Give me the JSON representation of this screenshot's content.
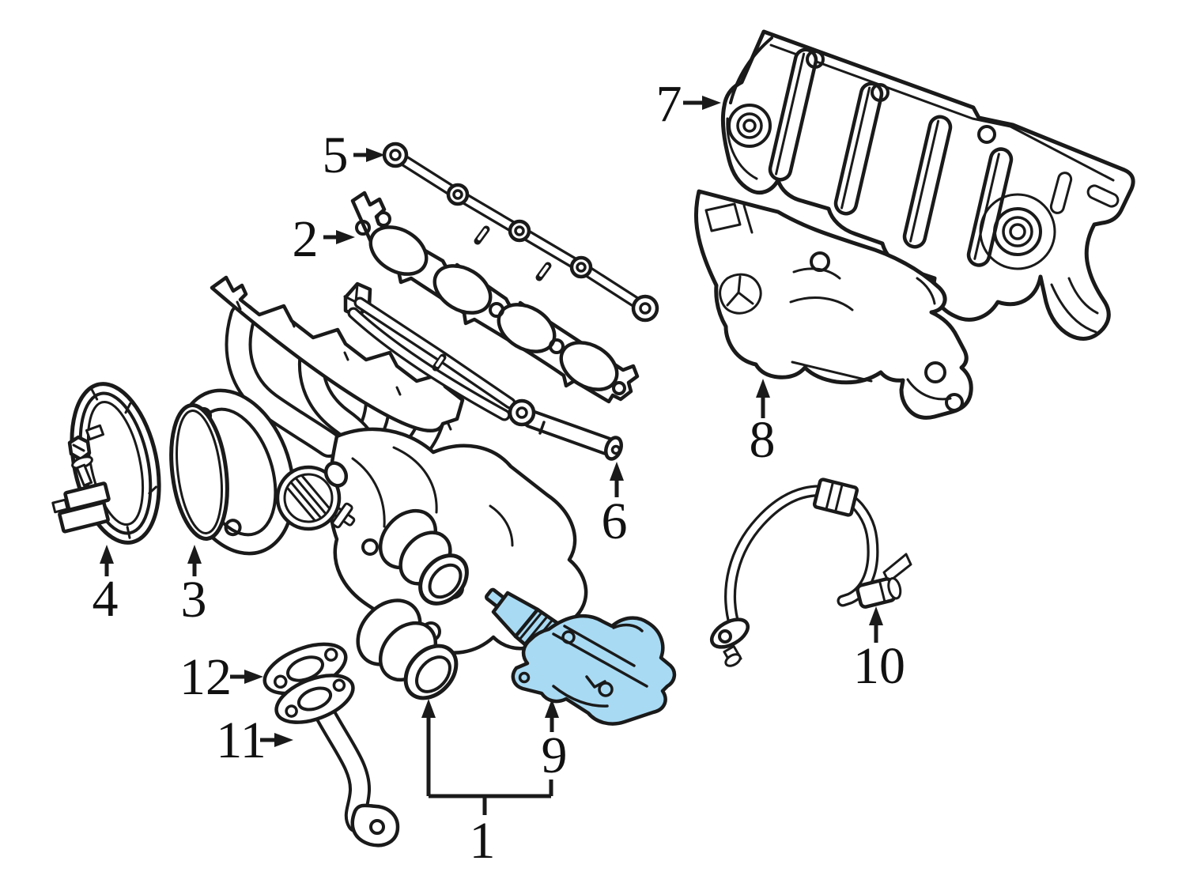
{
  "diagram": {
    "colors": {
      "background": "#ffffff",
      "line": "#1a1a1a",
      "highlight": "#a8daf3"
    },
    "callouts": [
      {
        "label": "1"
      },
      {
        "label": "2"
      },
      {
        "label": "3"
      },
      {
        "label": "4"
      },
      {
        "label": "5"
      },
      {
        "label": "6"
      },
      {
        "label": "7"
      },
      {
        "label": "8"
      },
      {
        "label": "9"
      },
      {
        "label": "10"
      },
      {
        "label": "11"
      },
      {
        "label": "12"
      }
    ]
  }
}
